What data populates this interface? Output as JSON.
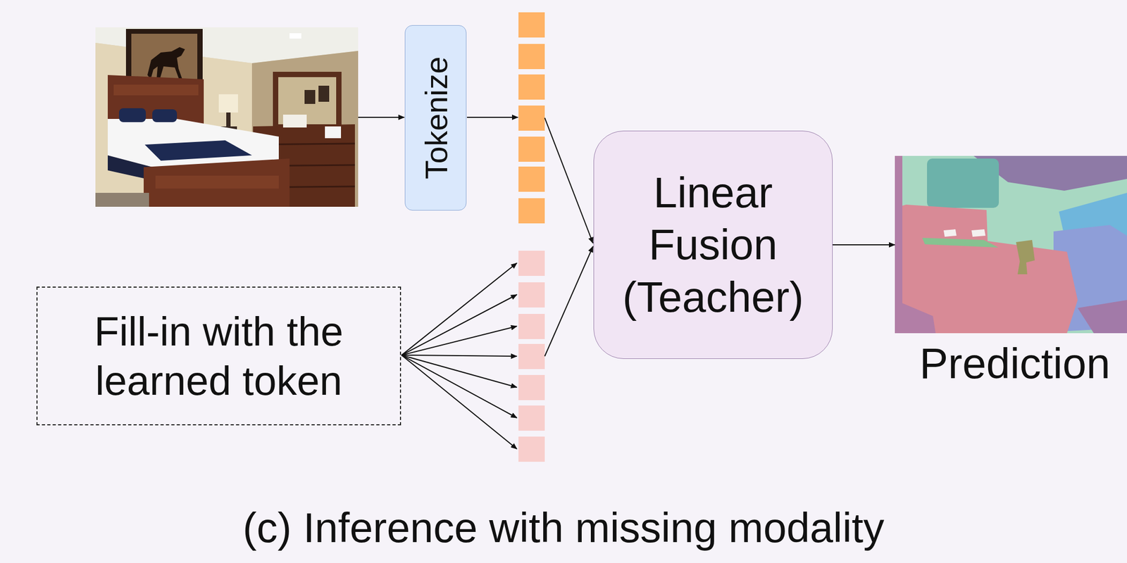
{
  "diagram": {
    "caption": "(c) Inference with missing modality",
    "nodes": [
      {
        "text": [
          "Tokenize"
        ]
      },
      {
        "text": [
          "Fill-in with the learned token"
        ]
      },
      {
        "text": [
          "Linear Fusion (Teacher)"
        ]
      },
      {
        "text": [
          "Prediction"
        ]
      }
    ],
    "edges": [
      {
        "from": 2,
        "to": 3,
        "arrow": "to"
      }
    ]
  }
}
